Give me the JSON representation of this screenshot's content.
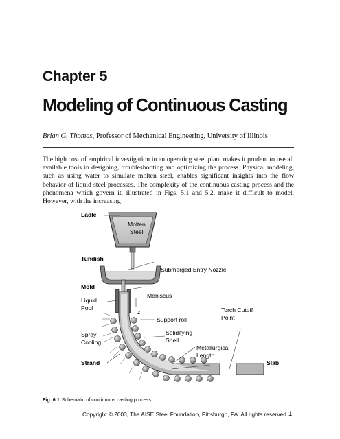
{
  "chapter": {
    "label": "Chapter 5",
    "title": "Modeling of Continuous Casting"
  },
  "byline": {
    "author": "Brian G. Thomas,",
    "affiliation": "Professor of Mechanical Engineering, University of Illinois"
  },
  "body_text": "The high cost of empirical investigation in an operating steel plant makes it prudent to use all available tools in designing, troubleshooting and optimizing the process. Physical modeling, such as using water to simulate molten steel, enables significant insights into the flow behavior of liquid steel processes. The complexity of the continuous casting process and the phenomena which govern it, illustrated in Figs. 5.1 and 5.2, make it difficult to model. However, with the increasing",
  "figure": {
    "labels": {
      "ladle": "Ladle",
      "molten_steel_1": "Molten",
      "molten_steel_2": "Steel",
      "tundish": "Tundish",
      "nozzle": "Submerged Entry Nozzle",
      "mold": "Mold",
      "meniscus": "Meniscus",
      "liquid_pool_1": "Liquid",
      "liquid_pool_2": "Pool",
      "z_axis": "z",
      "torch_cutoff_1": "Torch Cutoff",
      "torch_cutoff_2": "Point",
      "support_roll": "Support roll",
      "spray_cooling_1": "Spray",
      "spray_cooling_2": "Cooling",
      "solidifying_shell_1": "Solidifying",
      "solidifying_shell_2": "Shell",
      "metallurgical_length_1": "Metallurgical",
      "metallurgical_length_2": "Length",
      "strand": "Strand",
      "slab": "Slab"
    }
  },
  "caption": {
    "number": "Fig. 6.1",
    "text": "Schematic of continuous casting process."
  },
  "footer": {
    "copyright": "Copyright © 2003, The AISE Steel Foundation, Pittsburgh, PA. All rights reserved.",
    "page_number": "1"
  }
}
